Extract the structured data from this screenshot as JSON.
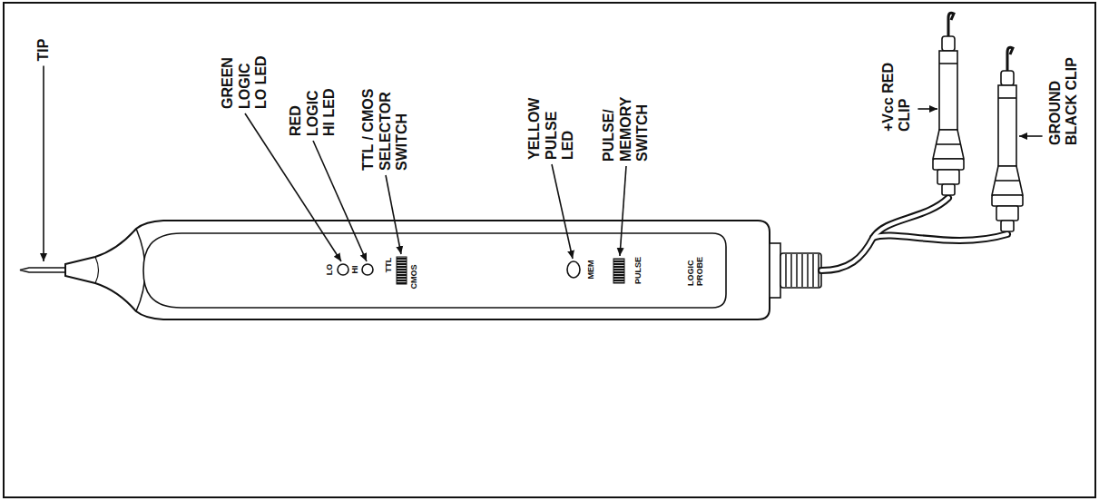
{
  "diagram": {
    "labels": [
      "TIP",
      "GREEN LOGIC LO LED",
      "RED LOGIC HI LED",
      "TTL / CMOS SELECTOR SWITCH",
      "YELLOW PULSE LED",
      "PULSE/ MEMORY SWITCH",
      "+Vcc RED CLIP",
      "GROUND BLACK CLIP",
      "LO",
      "HI",
      "TTL",
      "CMOS",
      "MEM",
      "PULSE",
      "LOGIC PROBE"
    ]
  }
}
